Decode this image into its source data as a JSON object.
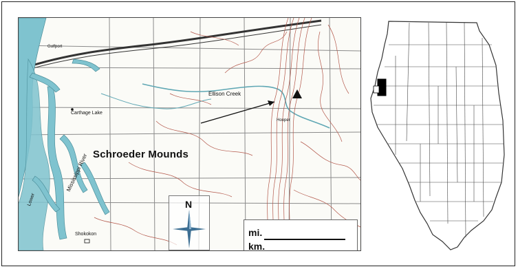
{
  "map": {
    "site_label": "Schroeder Mounds",
    "creek_label": "Ellison Creek",
    "carthage_label": "Carthage Lake",
    "shokokon_label": "Shokokon",
    "town_top_label": "Gulfport",
    "hooper_label": "Hooper",
    "river_label": "Mississippi River",
    "lower_label": "Lower",
    "water_color": "#7fc3cf",
    "contour_color": "#b3574a",
    "road_color": "#555555",
    "icons": [
      "north-arrow-icon",
      "site-triangle-icon",
      "locator-arrow-icon"
    ]
  },
  "north": {
    "letter": "N"
  },
  "scale": {
    "mi_label": "mi.",
    "km_label": "km."
  },
  "state": {
    "highlight_color": "#000000",
    "outline_color": "#333333"
  }
}
